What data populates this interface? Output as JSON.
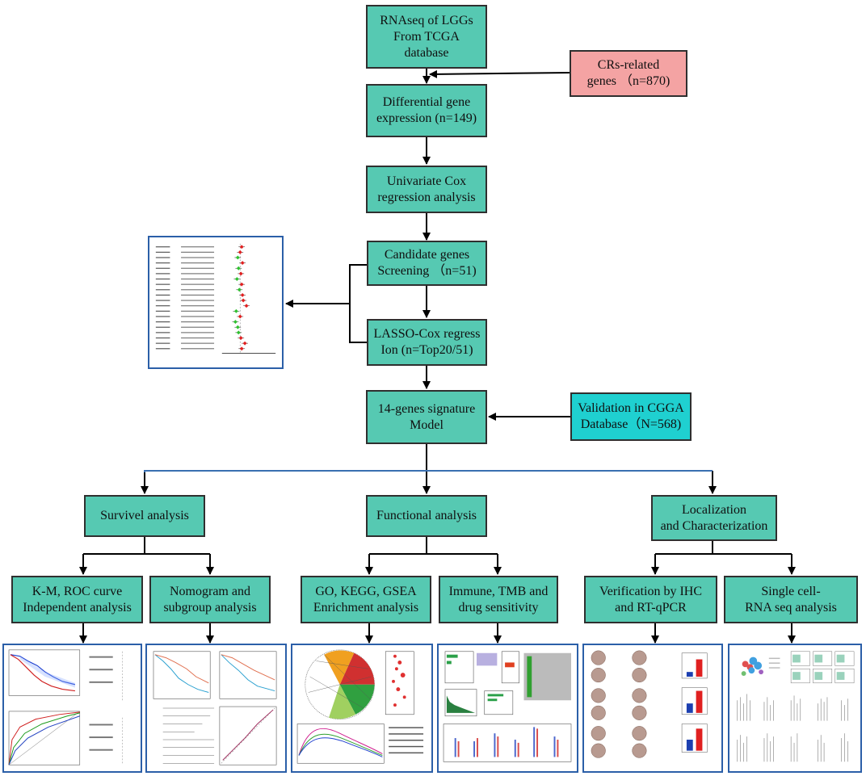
{
  "nodes": {
    "rnaseq": {
      "lines": [
        "RNAseq of LGGs",
        "From TCGA",
        "database"
      ]
    },
    "crs": {
      "lines": [
        "CRs-related",
        "genes （n=870)"
      ]
    },
    "diff": {
      "lines": [
        "Differential gene",
        "expression (n=149)"
      ]
    },
    "univariate": {
      "lines": [
        "Univariate Cox",
        "regression analysis"
      ]
    },
    "candidate": {
      "lines": [
        "Candidate genes",
        "Screening （n=51)"
      ]
    },
    "lasso": {
      "lines": [
        "LASSO-Cox regress",
        "Ion (n=Top20/51)"
      ]
    },
    "signature": {
      "lines": [
        "14-genes signature",
        "Model"
      ]
    },
    "validation": {
      "lines": [
        "Validation in CGGA",
        "Database（N=568)"
      ]
    },
    "survival": {
      "lines": [
        "Survivel analysis"
      ]
    },
    "functional": {
      "lines": [
        "Functional analysis"
      ]
    },
    "localization": {
      "lines": [
        "Localization",
        "and Characterization"
      ]
    },
    "km": {
      "lines": [
        "K-M, ROC curve",
        "Independent analysis"
      ]
    },
    "nomogram": {
      "lines": [
        "Nomogram and",
        "subgroup analysis"
      ]
    },
    "go": {
      "lines": [
        "GO, KEGG, GSEA",
        "Enrichment analysis"
      ]
    },
    "immune": {
      "lines": [
        "Immune,  TMB  and",
        "drug sensitivity"
      ]
    },
    "ihc": {
      "lines": [
        "Verification by IHC",
        "and RT-qPCR"
      ]
    },
    "singlecell": {
      "lines": [
        "Single cell-",
        "RNA seq analysis"
      ]
    }
  },
  "colors": {
    "teal": "#56c9b2",
    "pink": "#f4a3a3",
    "cyan": "#1fd0d0",
    "arrow": "#000000",
    "branch_line": "#3a6fb0",
    "thumb_border": "#2b5fa8"
  }
}
